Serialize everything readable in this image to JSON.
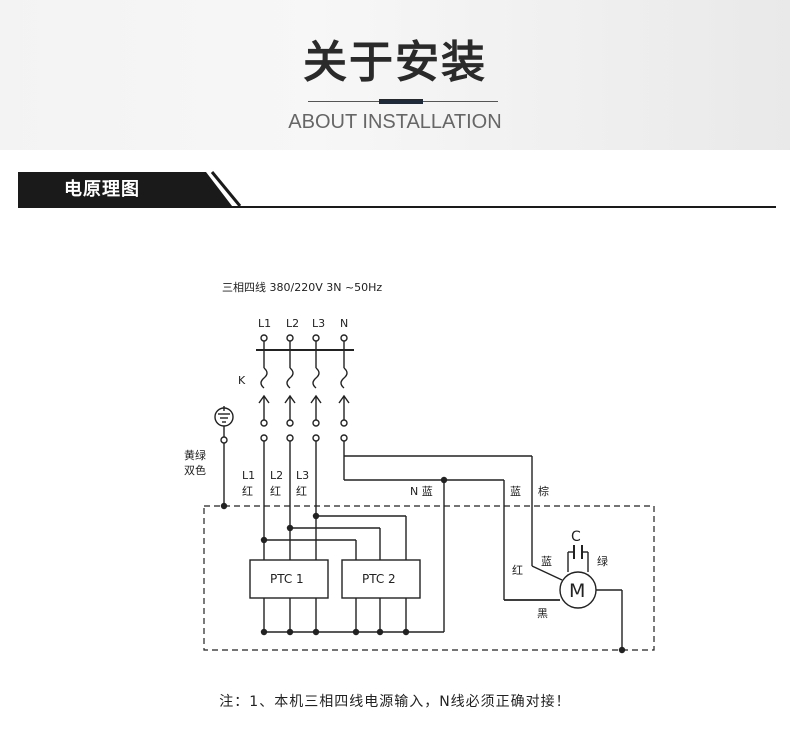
{
  "header": {
    "title": "关于安装",
    "subtitle": "ABOUT INSTALLATION"
  },
  "section": {
    "label": "电原理图"
  },
  "diagram": {
    "supply": "三相四线 380/220V 3N ~50Hz",
    "terminals": [
      "L1",
      "L2",
      "L3",
      "N"
    ],
    "switch_label": "K",
    "ground_label_line1": "黄绿",
    "ground_label_line2": "双色",
    "phase_labels": [
      "L1",
      "L2",
      "L3"
    ],
    "phase_color": "红",
    "neutral_label": "N 蓝",
    "motor_blue_top": "蓝",
    "brown": "棕",
    "capacitor": "C",
    "cap_blue": "蓝",
    "cap_green": "绿",
    "motor_red": "红",
    "motor": "M",
    "motor_black": "黑",
    "ptc1": "PTC 1",
    "ptc2": "PTC 2"
  },
  "footer": {
    "note": "注：1、本机三相四线电源输入，N线必须正确对接！"
  },
  "colors": {
    "bar": "#1a1a1a",
    "accent": "#1e2a3a",
    "line": "#222222"
  }
}
